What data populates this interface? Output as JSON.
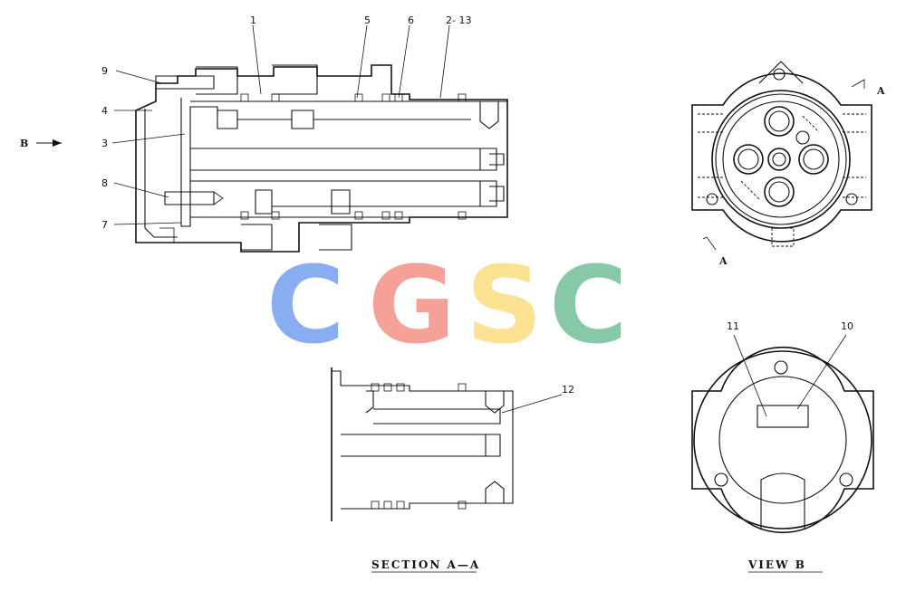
{
  "callouts": {
    "c1": "1",
    "c5": "5",
    "c6": "6",
    "c2_13": "2- 13",
    "c9": "9",
    "c4": "4",
    "c3": "3",
    "c8": "8",
    "c7": "7",
    "c12": "12",
    "c11": "11",
    "c10": "10"
  },
  "view_arrow_label": "B",
  "section_marks": {
    "top": "A",
    "bottom": "A"
  },
  "captions": {
    "section": "SECTION A—A",
    "view": "VIEW  B"
  },
  "watermark": {
    "letters": [
      "C",
      "G",
      "S",
      "C"
    ],
    "colors": [
      "#7fa7f0",
      "#f59a90",
      "#fbe08a",
      "#7cc4a0"
    ]
  }
}
